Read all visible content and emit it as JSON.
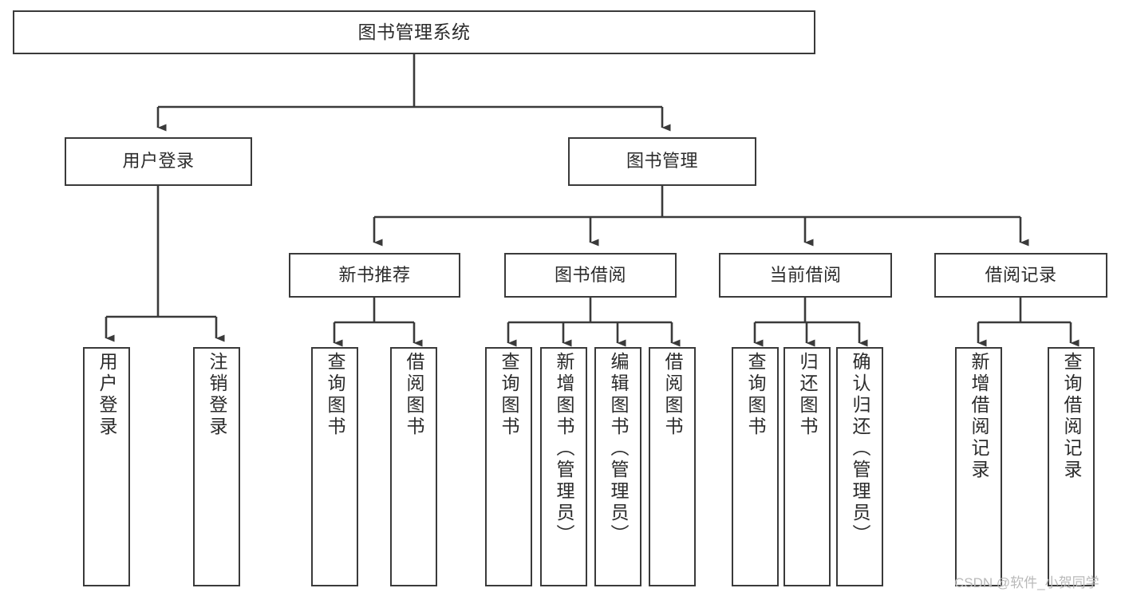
{
  "diagram": {
    "title": "图书管理系统",
    "type": "tree-hierarchy",
    "background_color": "#ffffff",
    "line_color": "#3a3a3a",
    "text_color": "#2b2b2b",
    "levels": {
      "root": {
        "label": "图书管理系统"
      },
      "level2": [
        {
          "label": "用户登录"
        },
        {
          "label": "图书管理"
        }
      ],
      "level3": [
        {
          "label": "新书推荐"
        },
        {
          "label": "图书借阅"
        },
        {
          "label": "当前借阅"
        },
        {
          "label": "借阅记录"
        }
      ],
      "leaves": [
        {
          "label": "用户登录"
        },
        {
          "label": "注销登录"
        },
        {
          "label": "查询图书"
        },
        {
          "label": "借阅图书"
        },
        {
          "label": "查询图书"
        },
        {
          "label": "新增图书（管理员）"
        },
        {
          "label": "编辑图书（管理员）"
        },
        {
          "label": "借阅图书"
        },
        {
          "label": "查询图书"
        },
        {
          "label": "归还图书"
        },
        {
          "label": "确认归还（管理员）"
        },
        {
          "label": "新增借阅记录"
        },
        {
          "label": "查询借阅记录"
        }
      ]
    }
  },
  "watermark": {
    "text": "CSDN @软件_小贺同学",
    "color": "#b9b9b9"
  }
}
